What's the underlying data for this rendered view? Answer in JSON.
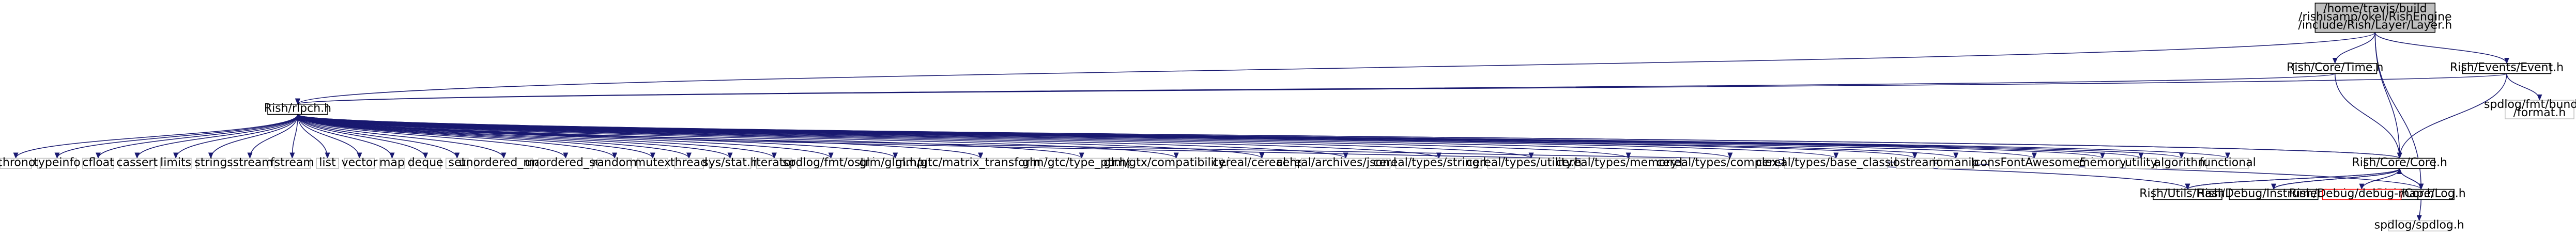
{
  "colors": {
    "edge": "#191970",
    "std_border": "#bfbfbf",
    "doc_border": "#000000",
    "missing_border": "#ff0000",
    "root_fill": "#bfbfbf",
    "box_fill": "#ffffff"
  },
  "nodes": [
    {
      "id": "root",
      "lines": [
        "/home/travis/build",
        "/rishisamp/okel/RishEngine",
        "/include/Rish/Layer/Layer.h"
      ],
      "style": "root"
    },
    {
      "id": "time",
      "lines": [
        "Rish/Core/Time.h"
      ],
      "style": "doc"
    },
    {
      "id": "event",
      "lines": [
        "Rish/Events/Event.h"
      ],
      "style": "doc"
    },
    {
      "id": "rishpch",
      "lines": [
        "Rish/rlpch.h"
      ],
      "style": "doc"
    },
    {
      "id": "spdlog_fmt",
      "lines": [
        "spdlog/fmt/bundled",
        "/format.h"
      ],
      "style": "std"
    },
    {
      "id": "chrono",
      "lines": [
        "chrono"
      ],
      "style": "std"
    },
    {
      "id": "typeinfo",
      "lines": [
        "typeinfo"
      ],
      "style": "std"
    },
    {
      "id": "cfloat",
      "lines": [
        "cfloat"
      ],
      "style": "std"
    },
    {
      "id": "cassert",
      "lines": [
        "cassert"
      ],
      "style": "std"
    },
    {
      "id": "limits",
      "lines": [
        "limits"
      ],
      "style": "std"
    },
    {
      "id": "string",
      "lines": [
        "string"
      ],
      "style": "std"
    },
    {
      "id": "sstream",
      "lines": [
        "sstream"
      ],
      "style": "std"
    },
    {
      "id": "fstream",
      "lines": [
        "fstream"
      ],
      "style": "std"
    },
    {
      "id": "list",
      "lines": [
        "list"
      ],
      "style": "std"
    },
    {
      "id": "vector",
      "lines": [
        "vector"
      ],
      "style": "std"
    },
    {
      "id": "map",
      "lines": [
        "map"
      ],
      "style": "std"
    },
    {
      "id": "deque",
      "lines": [
        "deque"
      ],
      "style": "std"
    },
    {
      "id": "set",
      "lines": [
        "set"
      ],
      "style": "std"
    },
    {
      "id": "unordered_map",
      "lines": [
        "unordered_map"
      ],
      "style": "std"
    },
    {
      "id": "unordered_set",
      "lines": [
        "unordered_set"
      ],
      "style": "std"
    },
    {
      "id": "random",
      "lines": [
        "random"
      ],
      "style": "std"
    },
    {
      "id": "mutex",
      "lines": [
        "mutex"
      ],
      "style": "std"
    },
    {
      "id": "thread",
      "lines": [
        "thread"
      ],
      "style": "std"
    },
    {
      "id": "sys_stat",
      "lines": [
        "sys/stat.h"
      ],
      "style": "std"
    },
    {
      "id": "iterator",
      "lines": [
        "iterator"
      ],
      "style": "std"
    },
    {
      "id": "spdlog_fmt_ostr",
      "lines": [
        "spdlog/fmt/ostr.h"
      ],
      "style": "std"
    },
    {
      "id": "glm",
      "lines": [
        "glm/glm.hpp"
      ],
      "style": "std"
    },
    {
      "id": "glm_mt",
      "lines": [
        "glm/gtc/matrix_transform.hpp"
      ],
      "style": "std"
    },
    {
      "id": "glm_tp",
      "lines": [
        "glm/gtc/type_ptr.hpp"
      ],
      "style": "std"
    },
    {
      "id": "glm_compat",
      "lines": [
        "glm/gtx/compatibility.hpp"
      ],
      "style": "std"
    },
    {
      "id": "cereal",
      "lines": [
        "cereal/cereal.hpp"
      ],
      "style": "std"
    },
    {
      "id": "cereal_json",
      "lines": [
        "cereal/archives/json.hpp"
      ],
      "style": "std"
    },
    {
      "id": "cereal_string",
      "lines": [
        "cereal/types/string.hpp"
      ],
      "style": "std"
    },
    {
      "id": "cereal_utility",
      "lines": [
        "cereal/types/utility.hpp"
      ],
      "style": "std"
    },
    {
      "id": "cereal_memory",
      "lines": [
        "cereal/types/memory.hpp"
      ],
      "style": "std"
    },
    {
      "id": "cereal_complex",
      "lines": [
        "cereal/types/complex.hpp"
      ],
      "style": "std"
    },
    {
      "id": "cereal_base",
      "lines": [
        "cereal/types/base_class.hpp"
      ],
      "style": "std"
    },
    {
      "id": "iostream",
      "lines": [
        "iostream"
      ],
      "style": "std"
    },
    {
      "id": "iomanip",
      "lines": [
        "iomanip"
      ],
      "style": "std"
    },
    {
      "id": "icons",
      "lines": [
        "IconsFontAwesome5.h"
      ],
      "style": "std"
    },
    {
      "id": "memory",
      "lines": [
        "memory"
      ],
      "style": "std"
    },
    {
      "id": "utility",
      "lines": [
        "utility"
      ],
      "style": "std"
    },
    {
      "id": "algorithm",
      "lines": [
        "algorithm"
      ],
      "style": "std"
    },
    {
      "id": "functional",
      "lines": [
        "functional"
      ],
      "style": "std"
    },
    {
      "id": "core",
      "lines": [
        "Rish/Core/Core.h"
      ],
      "style": "doc"
    },
    {
      "id": "log",
      "lines": [
        "Rish/Core/Log.h"
      ],
      "style": "doc"
    },
    {
      "id": "hash",
      "lines": [
        "Rish/Utils/Hash.h"
      ],
      "style": "doc"
    },
    {
      "id": "instr",
      "lines": [
        "Rish/Debug/Instrumentor.h"
      ],
      "style": "doc"
    },
    {
      "id": "debugmap",
      "lines": [
        "Rish/Debug/debug-map.h"
      ],
      "style": "missing"
    },
    {
      "id": "spdlog",
      "lines": [
        "spdlog/spdlog.h"
      ],
      "style": "std"
    }
  ]
}
